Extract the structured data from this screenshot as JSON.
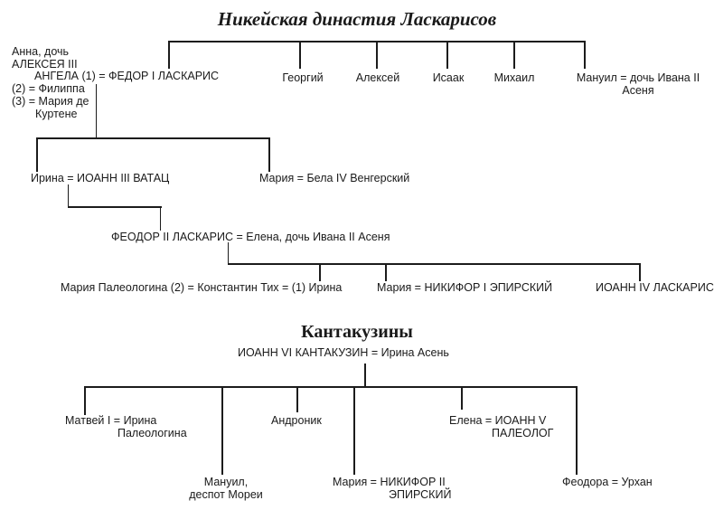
{
  "nikea": {
    "title": "Никейская династия Ласкарисов",
    "anna_block": [
      "Анна, дочь",
      "АЛЕКСЕЯ III",
      "АНГЕЛА (1) = ФЕДОР I ЛАСКАРИС",
      "(2) = Филиппа",
      "(3) = Мария де",
      "Куртене"
    ],
    "children_row": {
      "georgiy": "Георгий",
      "aleksey": "Алексей",
      "isaak": "Исаак",
      "mikhail": "Михаил",
      "manuil": [
        "Мануил = дочь Ивана II",
        "Асеня"
      ]
    },
    "gen2": {
      "irina": "Ирина = ИОАНН III ВАТАЦ",
      "maria": "Мария = Бела IV Венгерский"
    },
    "gen3": {
      "feodor2": "ФЕОДОР II ЛАСКАРИС = Елена, дочь Ивана II Асеня"
    },
    "gen4": {
      "maria_paleologina": "Мария Палеологина (2) = Константин Тих = (1) Ирина",
      "maria_nikifor": "Мария = НИКИФОР I ЭПИРСКИЙ",
      "ioann4": "ИОАНН IV ЛАСКАРИС"
    }
  },
  "kantakouzenos": {
    "title": "Кантакузины",
    "root": "ИОАНН VI КАНТАКУЗИН = Ирина Асень",
    "children": {
      "matvey": [
        "Матвей I = Ирина",
        "Палеологина"
      ],
      "andronik": "Андроник",
      "elena": [
        "Елена = ИОАНН V",
        "ПАЛЕОЛОГ"
      ],
      "manuil": [
        "Мануил,",
        "деспот Мореи"
      ],
      "maria": [
        "Мария = НИКИФОР II",
        "ЭПИРСКИЙ"
      ],
      "feodora": "Феодора = Урхан"
    }
  }
}
